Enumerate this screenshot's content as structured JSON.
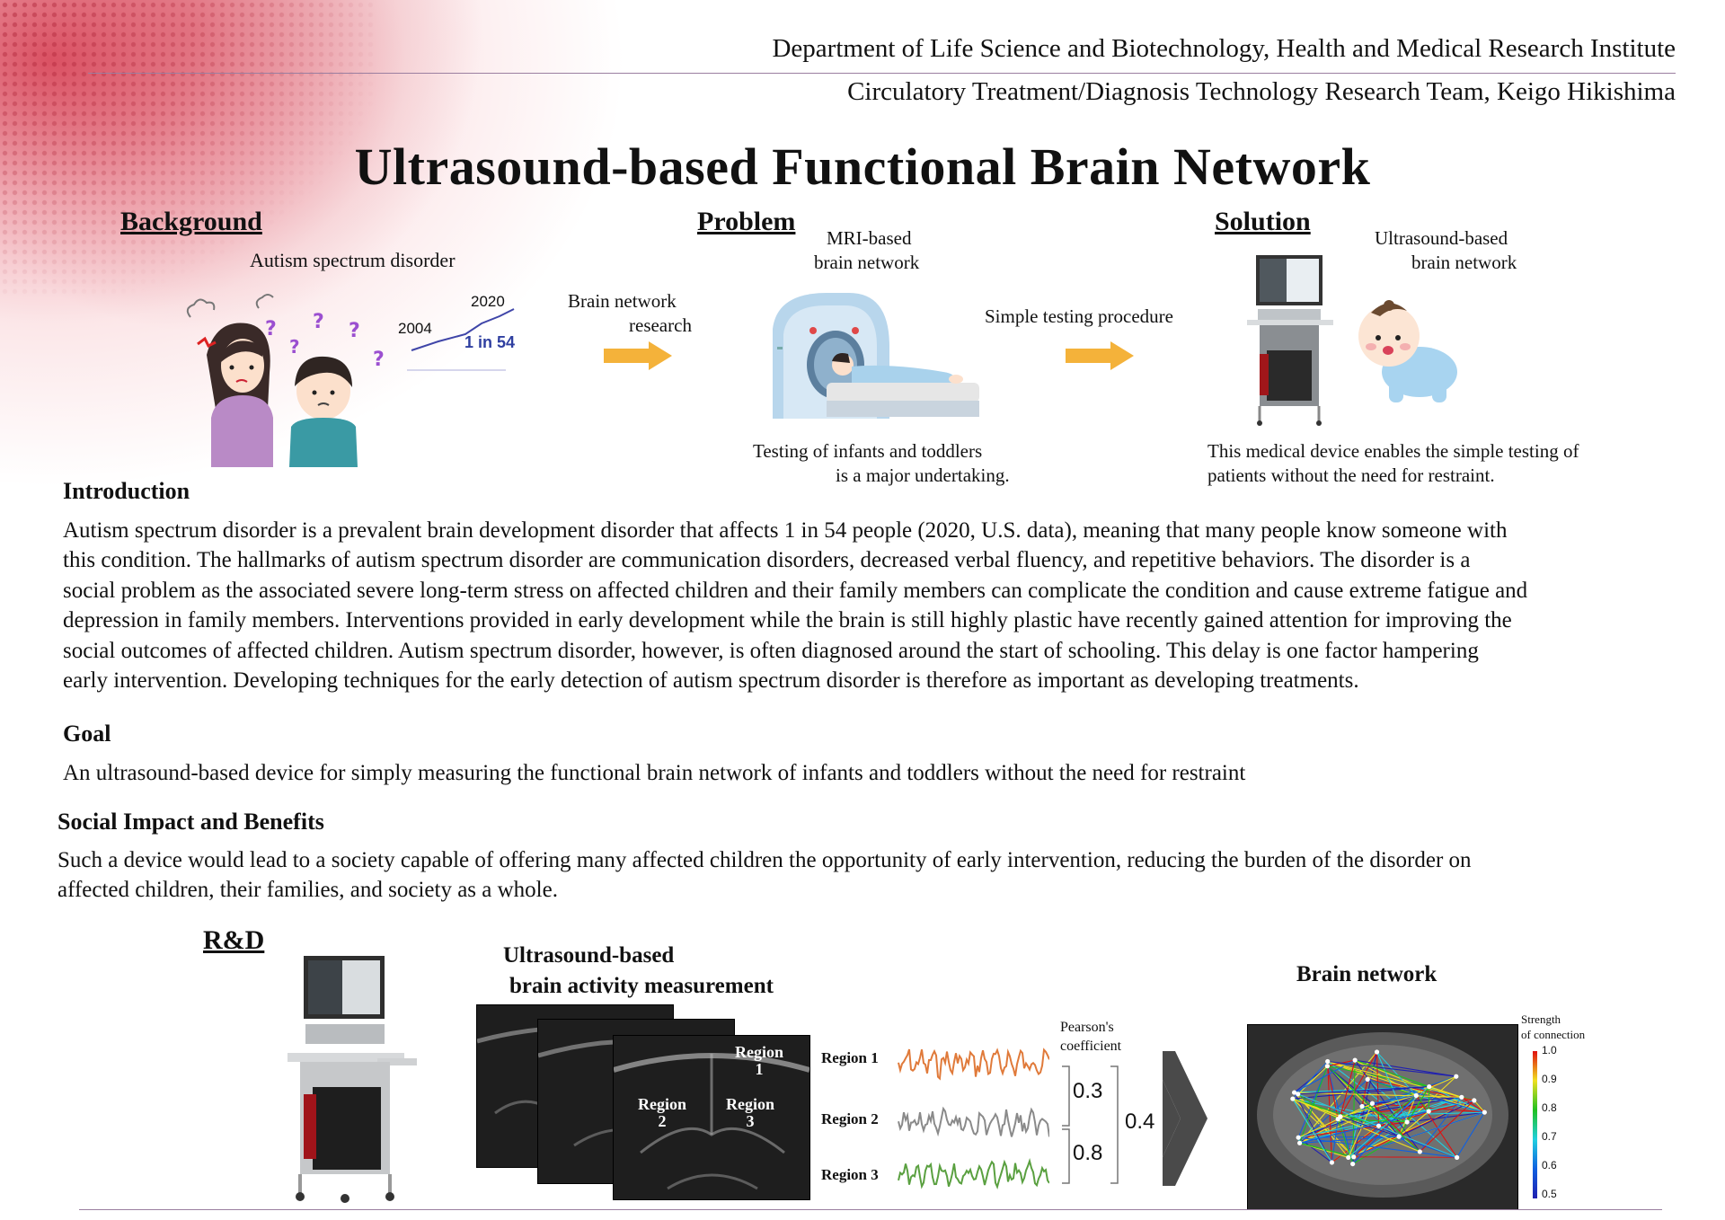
{
  "header": {
    "department": "Department of Life Science and Biotechnology, Health and Medical Research Institute",
    "team": "Circulatory Treatment/Diagnosis Technology Research Team, Keigo Hikishima"
  },
  "title": "Ultrasound-based Functional Brain Network",
  "background": {
    "heading": "Background",
    "caption": "Autism spectrum disorder",
    "trend": {
      "start_year": "2004",
      "end_year": "2020",
      "label": "1 in 54"
    },
    "arrow_caption_line1": "Brain network",
    "arrow_caption_line2": "research"
  },
  "problem": {
    "heading": "Problem",
    "caption_line1": "MRI-based",
    "caption_line2": "brain network",
    "note_line1": "Testing of infants and toddlers",
    "note_line2": "is a major undertaking.",
    "arrow_caption": "Simple testing procedure"
  },
  "solution": {
    "heading": "Solution",
    "caption_line1": "Ultrasound-based",
    "caption_line2": "brain network",
    "note_line1": "This medical device enables the simple testing of",
    "note_line2": "patients without the need for restraint."
  },
  "introduction": {
    "heading": "Introduction",
    "lines": [
      "Autism spectrum disorder is a prevalent brain development disorder that affects 1 in 54 people (2020, U.S. data), meaning that many people know someone with",
      "this condition. The hallmarks of autism spectrum disorder are communication disorders, decreased verbal fluency, and repetitive behaviors. The disorder is a",
      "social problem as the associated severe long-term stress on affected children and their family members can complicate the condition and cause extreme fatigue and",
      "depression in family members. Interventions provided in early development while the brain is still highly plastic have recently gained attention for improving the",
      "social outcomes of affected children. Autism spectrum disorder, however, is often diagnosed around the start of schooling. This delay is one factor hampering",
      "early intervention. Developing techniques for the early detection of autism spectrum disorder is therefore as important as developing treatments."
    ]
  },
  "goal": {
    "heading": "Goal",
    "text": "An ultrasound-based device for simply measuring the functional brain network of infants and toddlers without the need for restraint"
  },
  "impact": {
    "heading": "Social Impact and Benefits",
    "lines": [
      "Such a device would lead to a society capable of offering many affected children the opportunity of early intervention, reducing the burden of the disorder on",
      "affected children, their families, and society as a whole."
    ]
  },
  "rd": {
    "heading": "R&D",
    "measurement_line1": "Ultrasound-based",
    "measurement_line2": "brain activity measurement",
    "regions": [
      {
        "line1": "Region",
        "line2": "1"
      },
      {
        "line1": "Region",
        "line2": "2"
      },
      {
        "line1": "Region",
        "line2": "3"
      }
    ],
    "signal_labels": [
      "Region 1",
      "Region 2",
      "Region 3"
    ],
    "signal_colors": [
      "#e07a3a",
      "#8a8a8a",
      "#5aa040"
    ],
    "pearson_line1": "Pearson's",
    "pearson_line2": "coefficient",
    "coefficients": {
      "r12": "0.3",
      "r23": "0.8",
      "r13": "0.4"
    },
    "network_heading": "Brain network",
    "strength_line1": "Strength",
    "strength_line2": "of connection",
    "scale_ticks": [
      "1.0",
      "0.9",
      "0.8",
      "0.7",
      "0.6",
      "0.5"
    ],
    "scale_colors": [
      "#e01010",
      "#f0e020",
      "#20c020",
      "#20d0e0",
      "#1060e0",
      "#2020b0"
    ]
  }
}
